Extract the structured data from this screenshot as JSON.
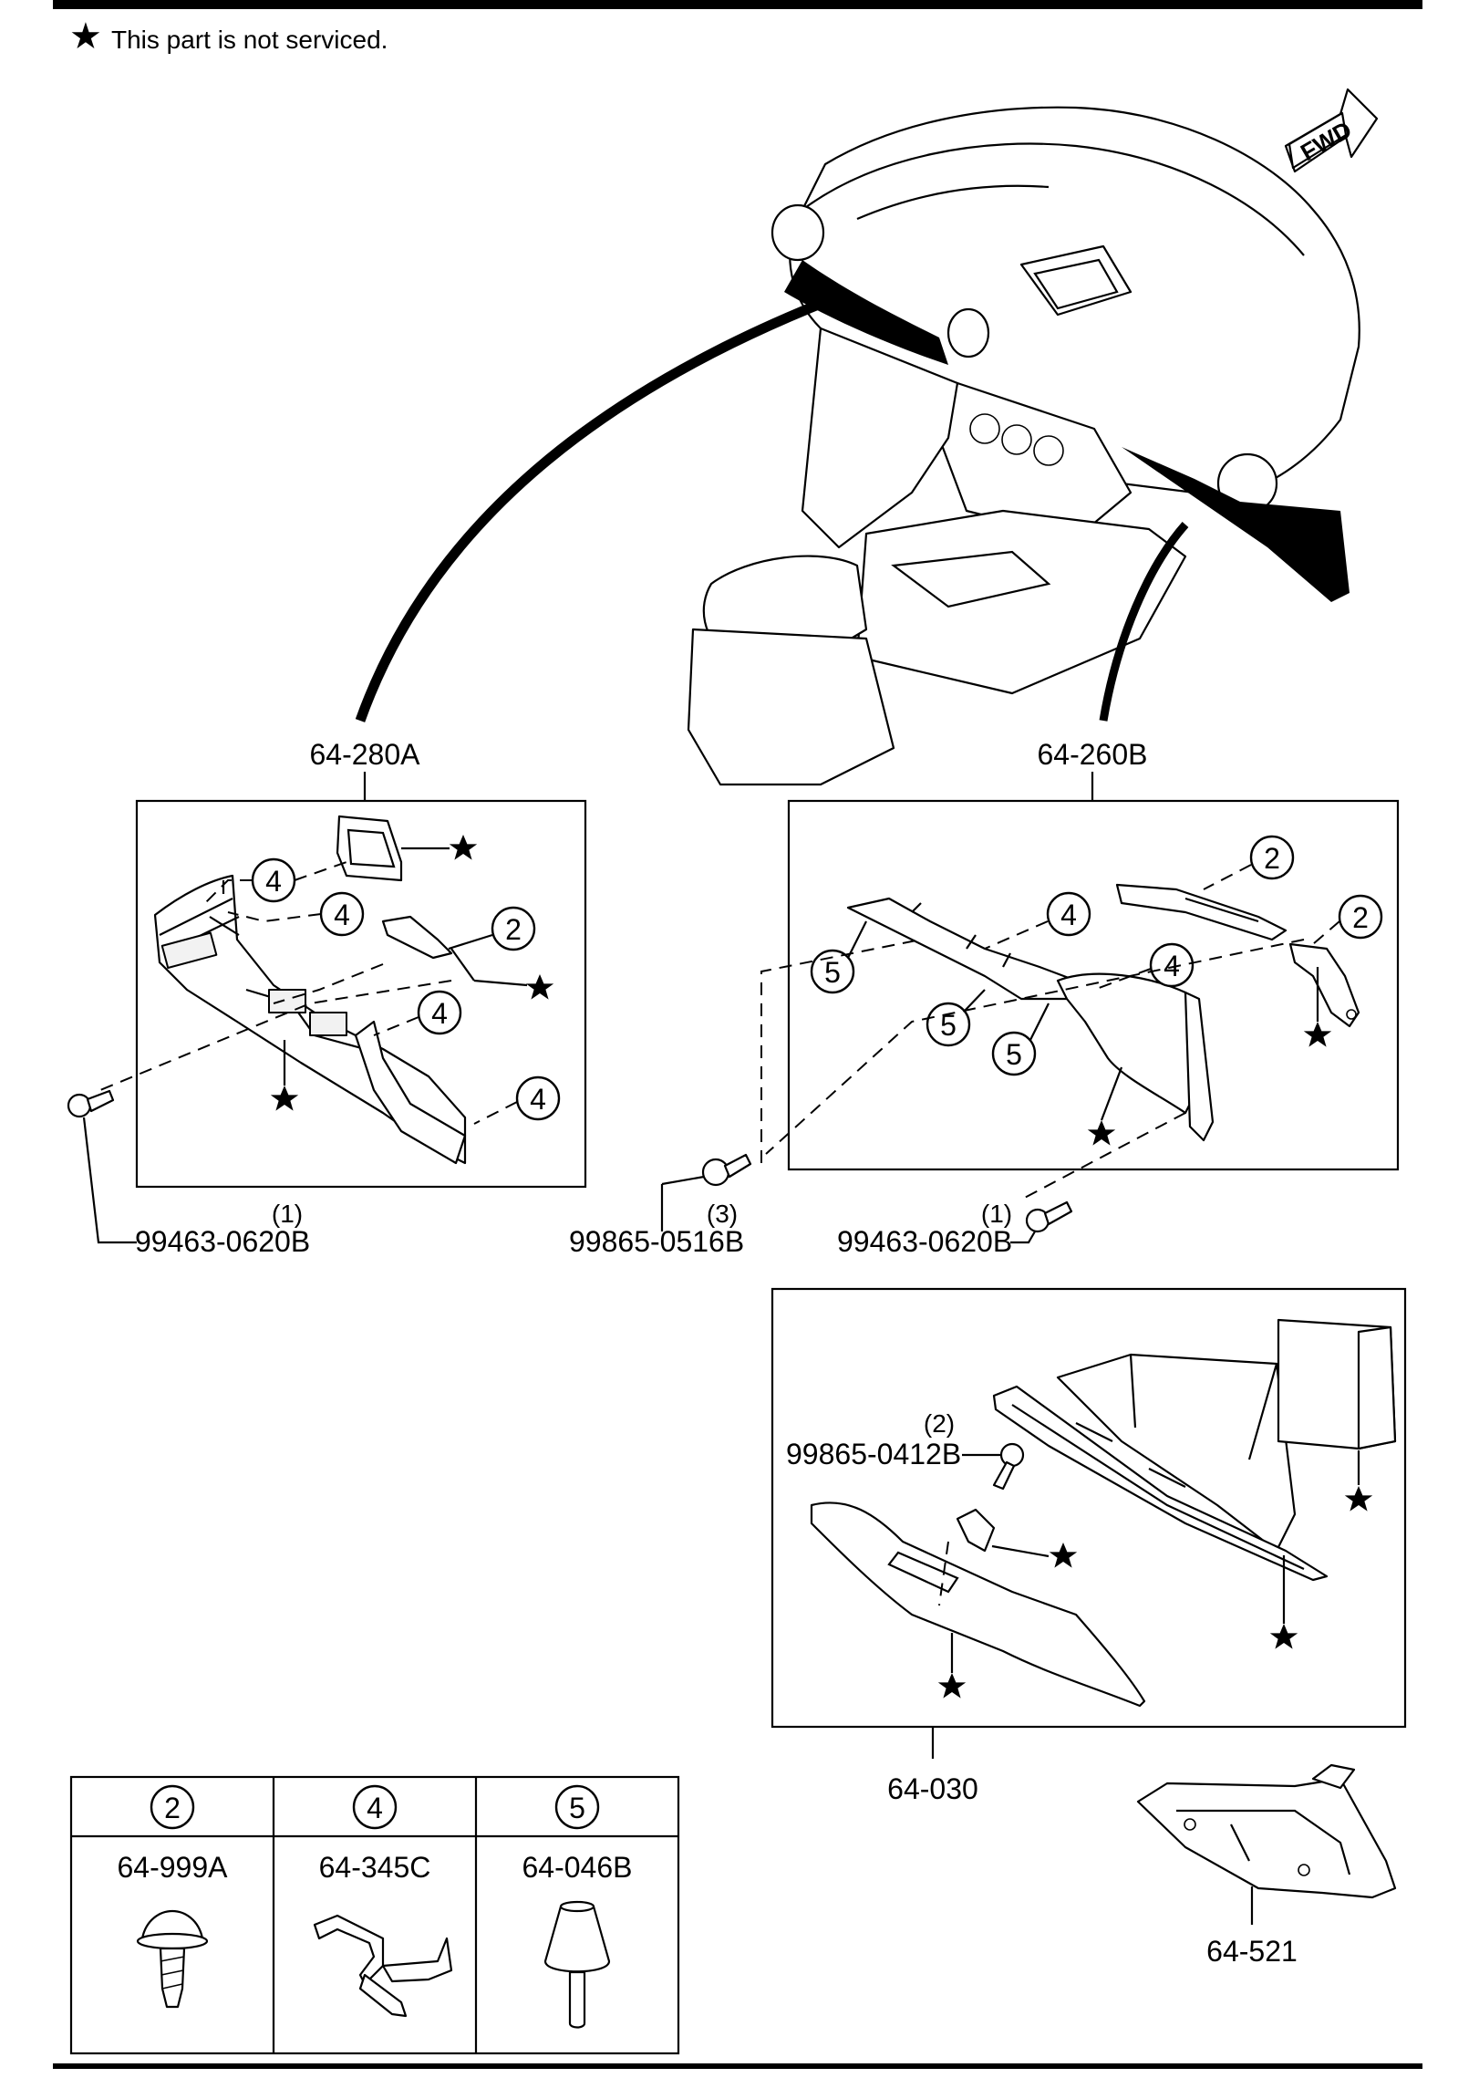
{
  "note": {
    "symbol": "★",
    "text": "This part is not serviced."
  },
  "fwd_label": "FWD",
  "groups": {
    "left_panel": "64-280A",
    "right_panel": "64-260B",
    "glove_box": "64-030",
    "bracket": "64-521"
  },
  "fasteners": {
    "left_bolt": {
      "qty": "(1)",
      "part": "99463-0620B"
    },
    "center_bolt": {
      "qty": "(3)",
      "part": "99865-0516B"
    },
    "right_bolt": {
      "qty": "(1)",
      "part": "99463-0620B"
    },
    "glove_bolt": {
      "qty": "(2)",
      "part": "99865-0412B"
    }
  },
  "callouts": {
    "c2": "2",
    "c4": "4",
    "c5": "5"
  },
  "legend": {
    "items": [
      {
        "num": "2",
        "part": "64-999A",
        "icon": "screw-clip-icon"
      },
      {
        "num": "4",
        "part": "64-345C",
        "icon": "spring-clip-icon"
      },
      {
        "num": "5",
        "part": "64-046B",
        "icon": "cushion-stopper-icon"
      }
    ]
  }
}
